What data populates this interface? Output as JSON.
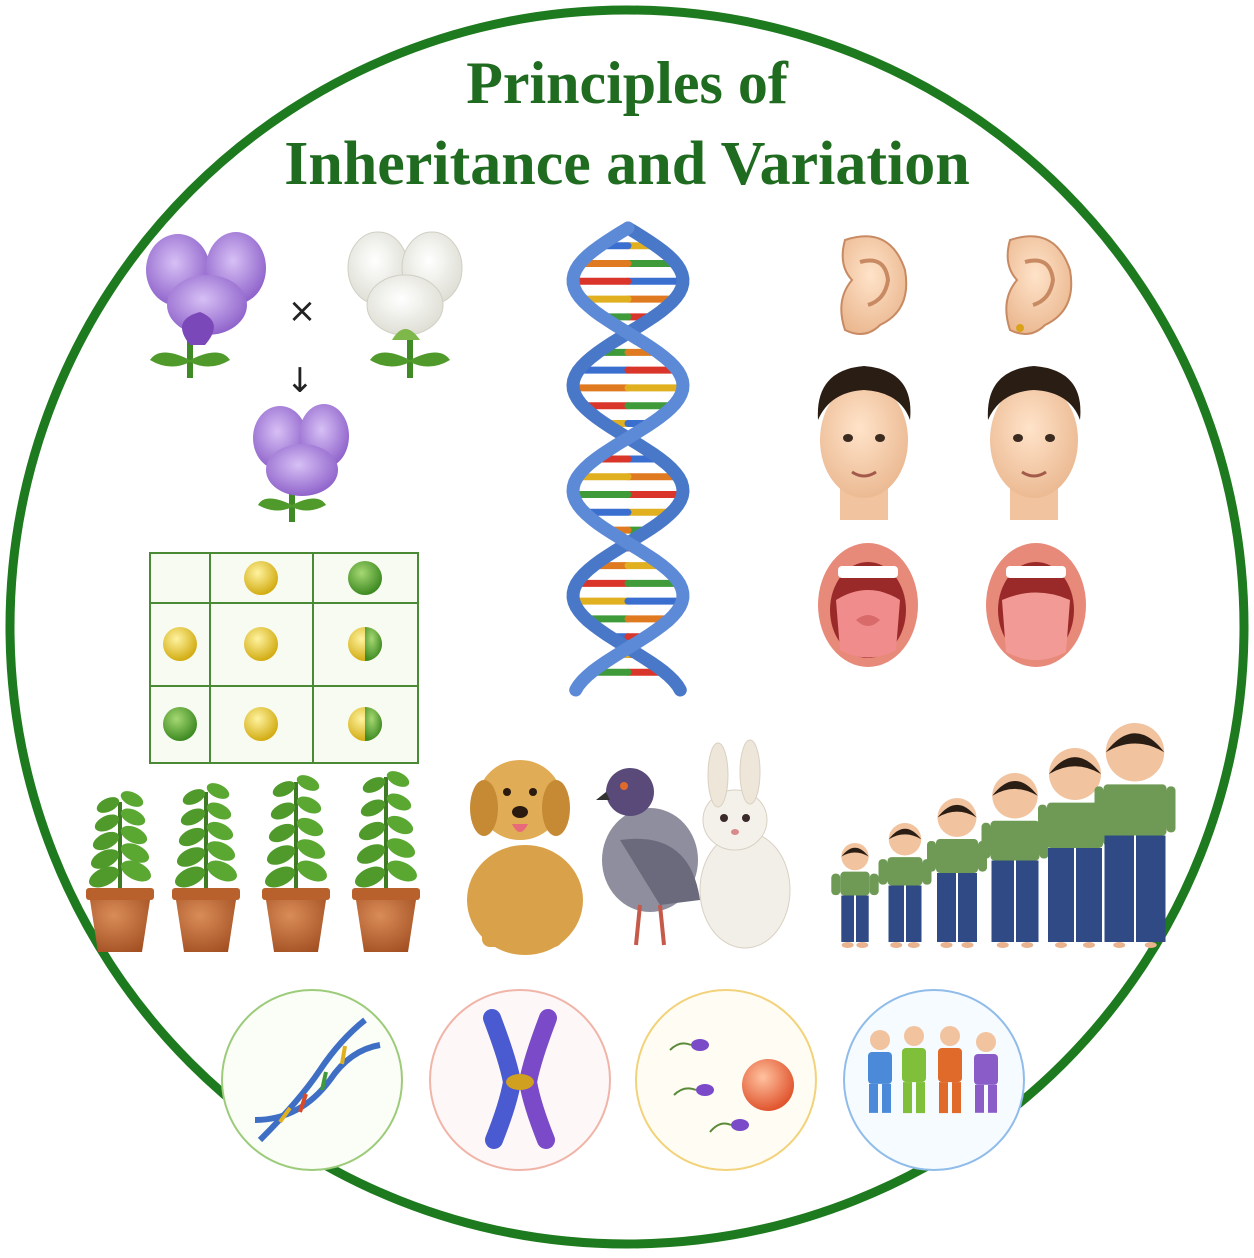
{
  "title": {
    "line1": "Principles of",
    "line2": "Inheritance and Variation"
  },
  "colors": {
    "border": "#1e7a1e",
    "title": "#1f6b1f",
    "purple_flower": "#9b6fd6",
    "white_flower": "#f4f4ef",
    "yellow_pea": "#e3c41c",
    "green_pea": "#4f9a2a",
    "dna_backbone": "#4a78c8",
    "shirt": "#6e9a55",
    "jeans": "#2f4a84"
  },
  "symbols": {
    "cross": "×",
    "arrow": "↓"
  },
  "punnett": [
    [
      "",
      "yellow",
      "green"
    ],
    [
      "yellow",
      "yellow",
      "half"
    ],
    [
      "green",
      "yellow",
      "half"
    ]
  ],
  "icons": [
    "purple-flower-icon",
    "white-flower-icon",
    "offspring-flower-icon",
    "dna-helix-icon",
    "ear-icon",
    "face-icon",
    "tongue-icon",
    "potted-plant-icon",
    "dog-icon",
    "pigeon-icon",
    "rabbit-icon",
    "boy-icon",
    "dna-circle-icon",
    "chromosome-circle-icon",
    "sperm-egg-circle-icon",
    "people-circle-icon"
  ]
}
